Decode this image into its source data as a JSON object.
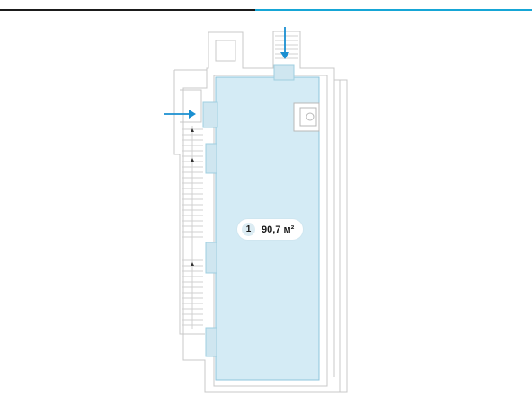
{
  "progress": {
    "fraction": 0.48,
    "fill_color": "#1b1b1b",
    "track_color": "#16a6d6"
  },
  "room": {
    "number": "1",
    "area": "90,7 м²",
    "fill_color": "#d4ebf5",
    "stroke_color": "#8ec5dc"
  },
  "colors": {
    "wall": "#c8c8c8",
    "arrow": "#1a8fd1",
    "window": "#cfe6f0"
  },
  "icons": {
    "entrance_arrow_top": "arrow-down-icon",
    "entrance_arrow_left": "arrow-right-icon"
  }
}
